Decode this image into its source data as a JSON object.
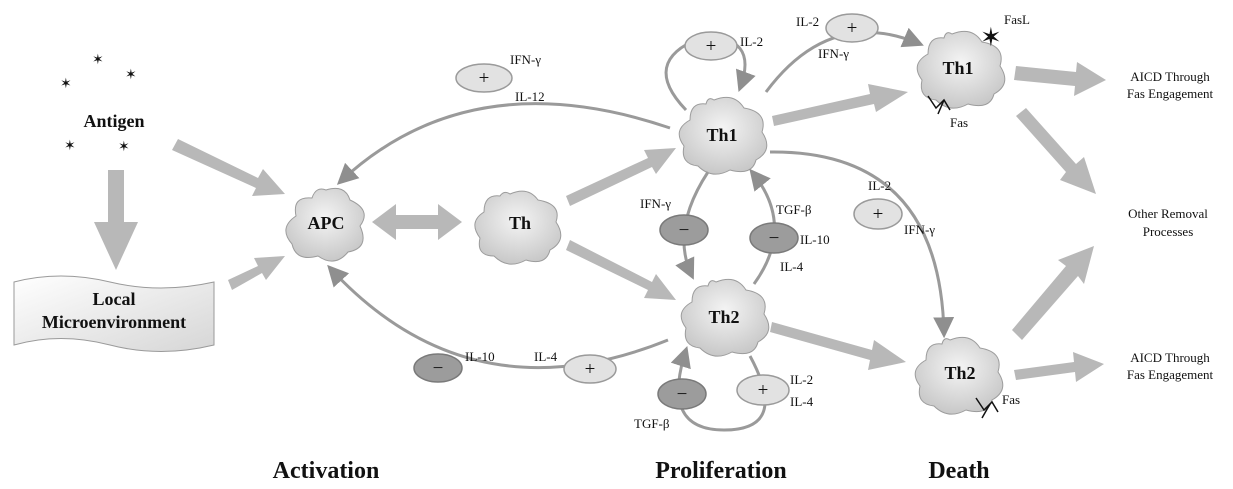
{
  "inputs": {
    "antigen": "Antigen",
    "microenvironment_line1": "Local",
    "microenvironment_line2": "Microenvironment"
  },
  "cells": {
    "apc": "APC",
    "th": "Th",
    "th1_prolif": "Th1",
    "th2_prolif": "Th2",
    "th1_death": "Th1",
    "th2_death": "Th2"
  },
  "regulators": {
    "top_arc": {
      "sign": "+",
      "label_a": "IFN-γ",
      "label_b": "IL-12"
    },
    "bottom_arc_minus": {
      "sign": "−",
      "label": "IL-10"
    },
    "bottom_arc_plus": {
      "sign": "+",
      "label": "IL-4"
    },
    "th1_self_loop": {
      "sign": "+",
      "label": "IL-2"
    },
    "th1_to_th2_inhibit": {
      "sign": "−",
      "label": "IFN-γ"
    },
    "th2_to_th1_inhibit": {
      "sign": "−",
      "label_a": "TGF-β",
      "label_b": "IL-10",
      "label_c": "IL-4"
    },
    "th2_self_loop_minus": {
      "sign": "−",
      "label": "TGF-β"
    },
    "th2_self_loop_plus": {
      "sign": "+",
      "label_a": "IL-2",
      "label_b": "IL-4"
    },
    "th1_to_death_th1": {
      "sign": "+",
      "label_a": "IL-2",
      "label_b": "IFN-γ"
    },
    "th1_to_death_th2": {
      "sign": "+",
      "label_a": "IL-2",
      "label_b": "IFN-γ"
    }
  },
  "markers": {
    "fasl": "FasL",
    "fas_th1": "Fas",
    "fas_th2": "Fas"
  },
  "outcomes": {
    "th1_aicd_line1": "AICD Through",
    "th1_aicd_line2": "Fas Engagement",
    "other_line1": "Other Removal",
    "other_line2": "Processes",
    "th2_aicd_line1": "AICD Through",
    "th2_aicd_line2": "Fas Engagement"
  },
  "stages": {
    "activation": "Activation",
    "proliferation": "Proliferation",
    "death": "Death"
  },
  "colors": {
    "arrow": "#b8b8b8",
    "line": "#9a9a9a",
    "plus_fill": "#e2e2e2",
    "minus_fill": "#9c9c9c",
    "cell_fill": "#dcdcdc"
  }
}
